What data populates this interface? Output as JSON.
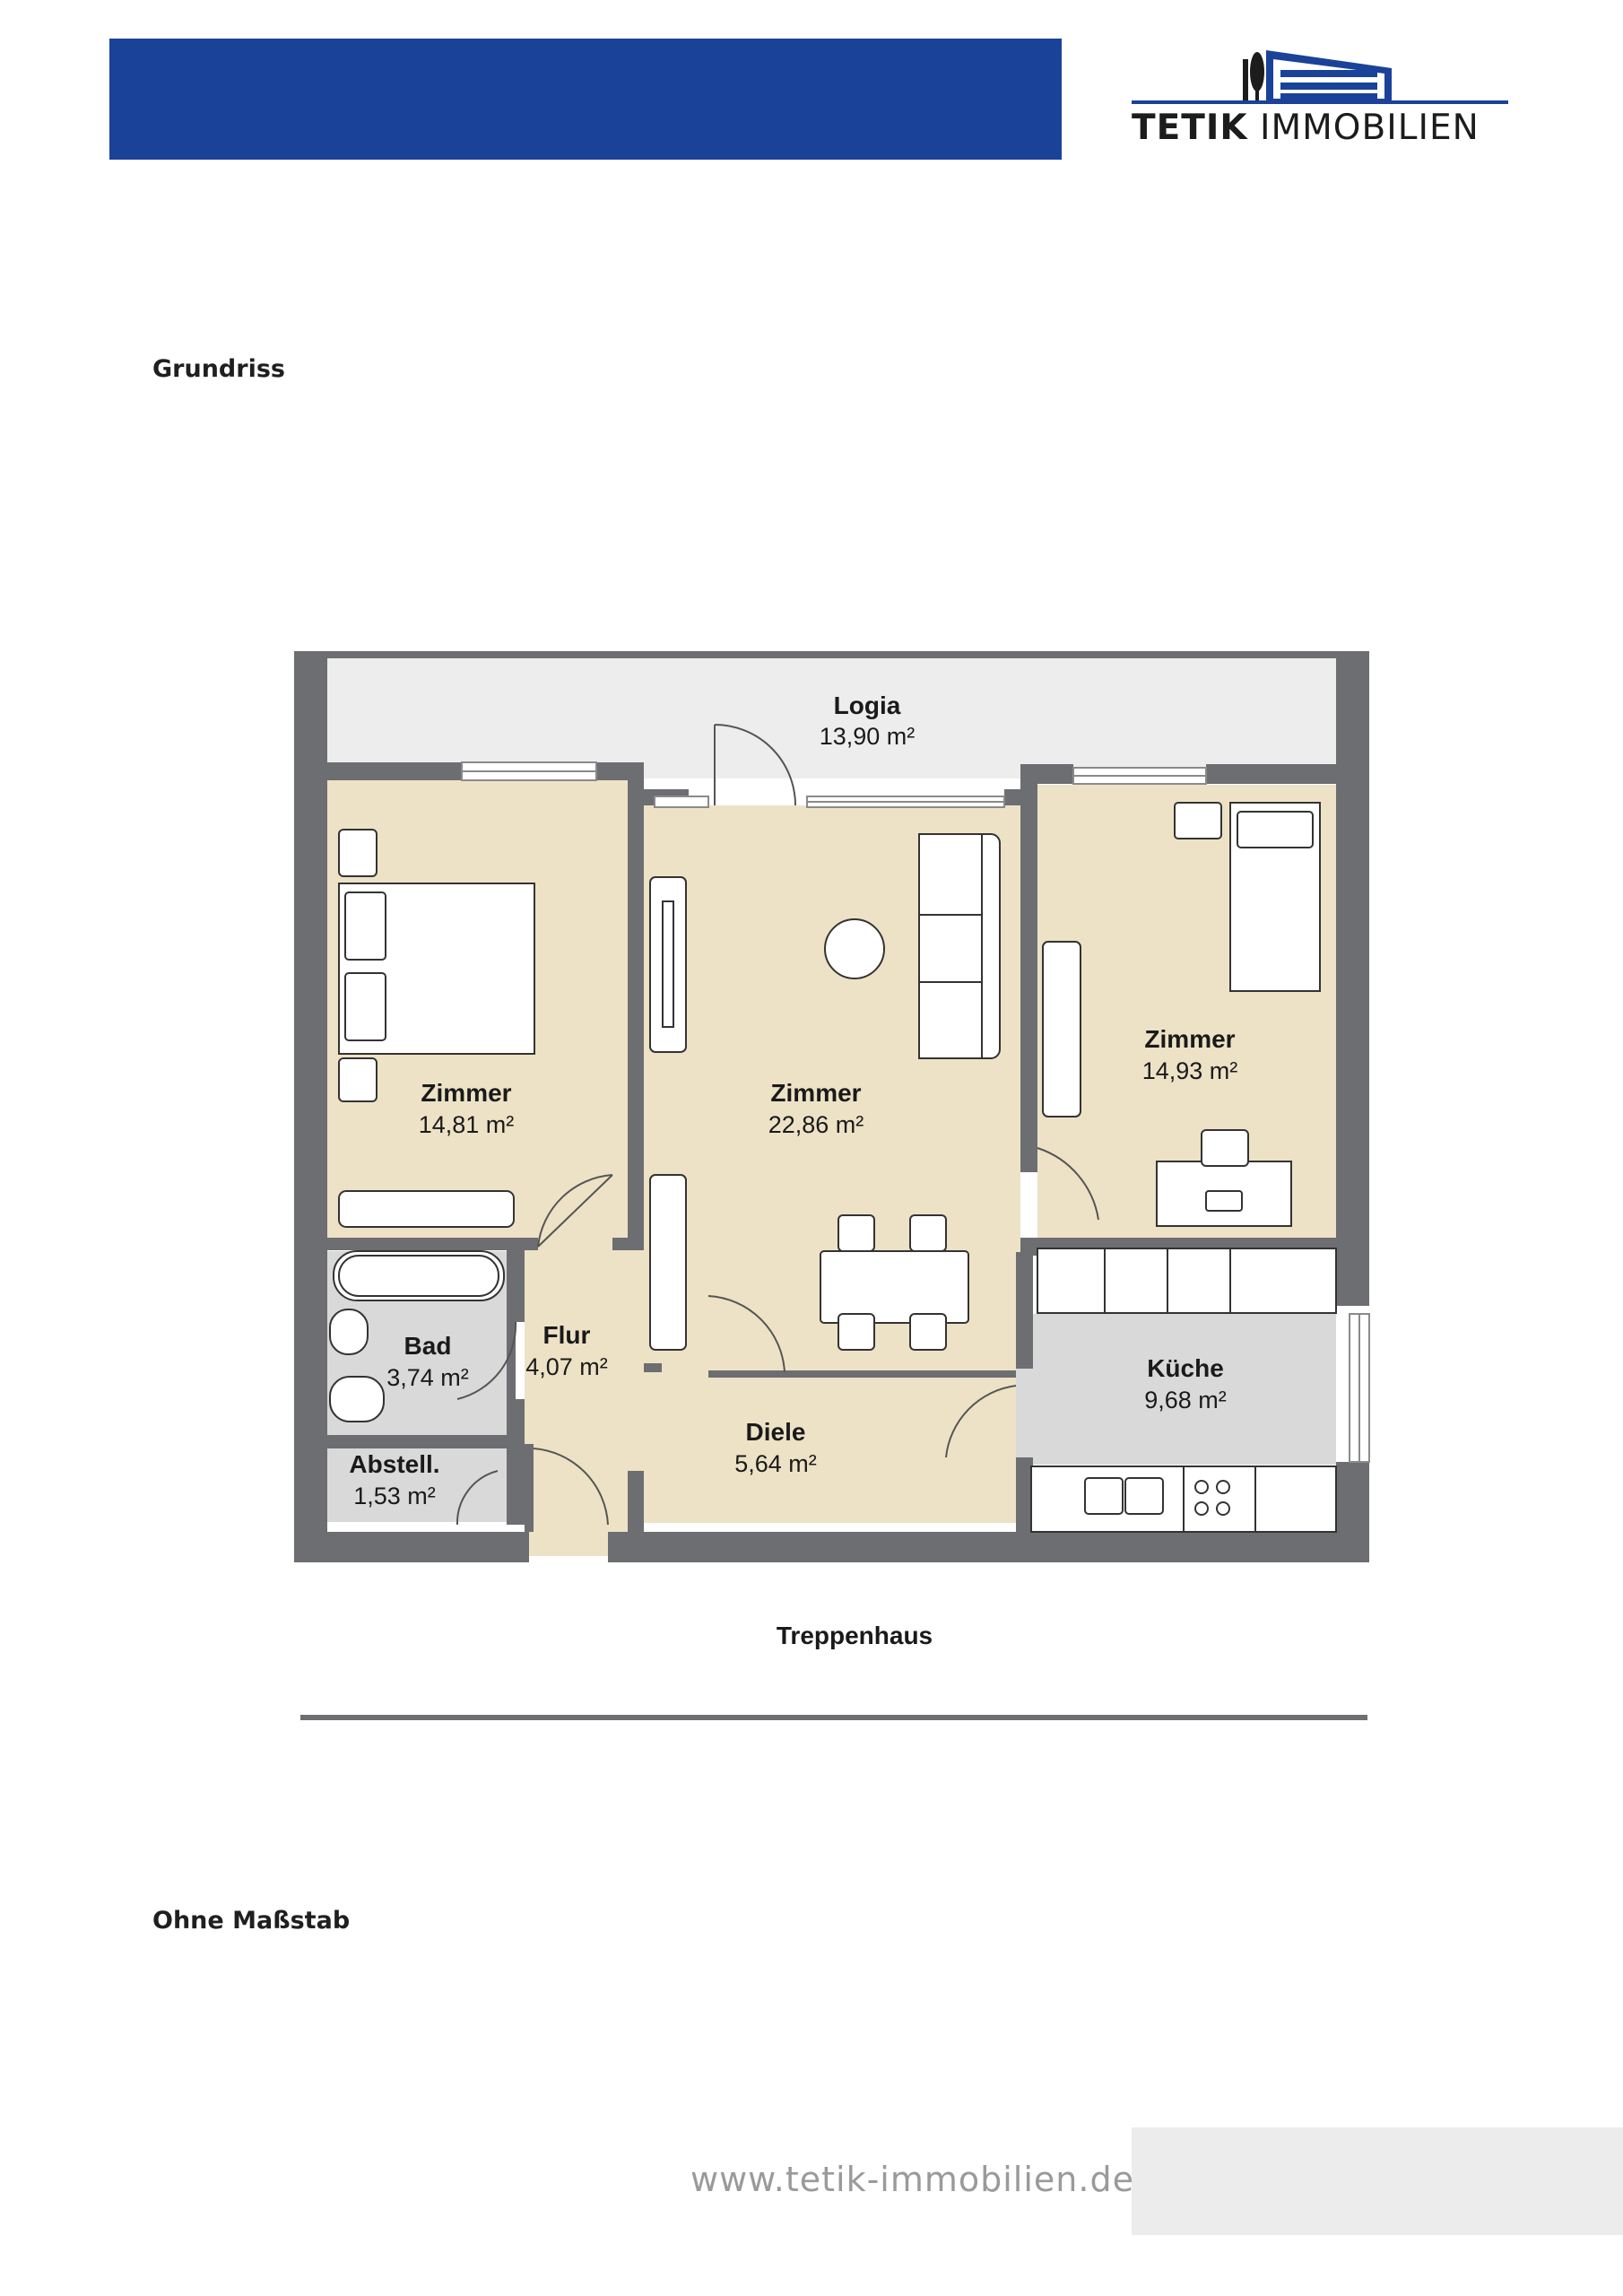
{
  "header": {
    "brand_bold": "TETIK",
    "brand_thin": "IMMOBILIEN",
    "accent_color": "#1a4299"
  },
  "labels": {
    "plan_title": "Grundriss",
    "scale_note": "Ohne Maßstab",
    "stairwell": "Treppenhaus"
  },
  "rooms": {
    "logia": {
      "name": "Logia",
      "area": "13,90 m²"
    },
    "zimmer_left": {
      "name": "Zimmer",
      "area": "14,81 m²"
    },
    "zimmer_center": {
      "name": "Zimmer",
      "area": "22,86 m²"
    },
    "zimmer_right": {
      "name": "Zimmer",
      "area": "14,93 m²"
    },
    "bad": {
      "name": "Bad",
      "area": "3,74 m²"
    },
    "flur": {
      "name": "Flur",
      "area": "4,07 m²"
    },
    "kueche": {
      "name": "Küche",
      "area": "9,68 m²"
    },
    "diele": {
      "name": "Diele",
      "area": "5,64 m²"
    },
    "abstell": {
      "name": "Abstell.",
      "area": "1,53 m²"
    }
  },
  "colors": {
    "wall": "#6d6e71",
    "room_fill": "#ede2c6",
    "wet_fill": "#d9d9d9",
    "logia_fill": "#ededed"
  },
  "footer": {
    "url": "www.tetik-immobilien.de"
  }
}
